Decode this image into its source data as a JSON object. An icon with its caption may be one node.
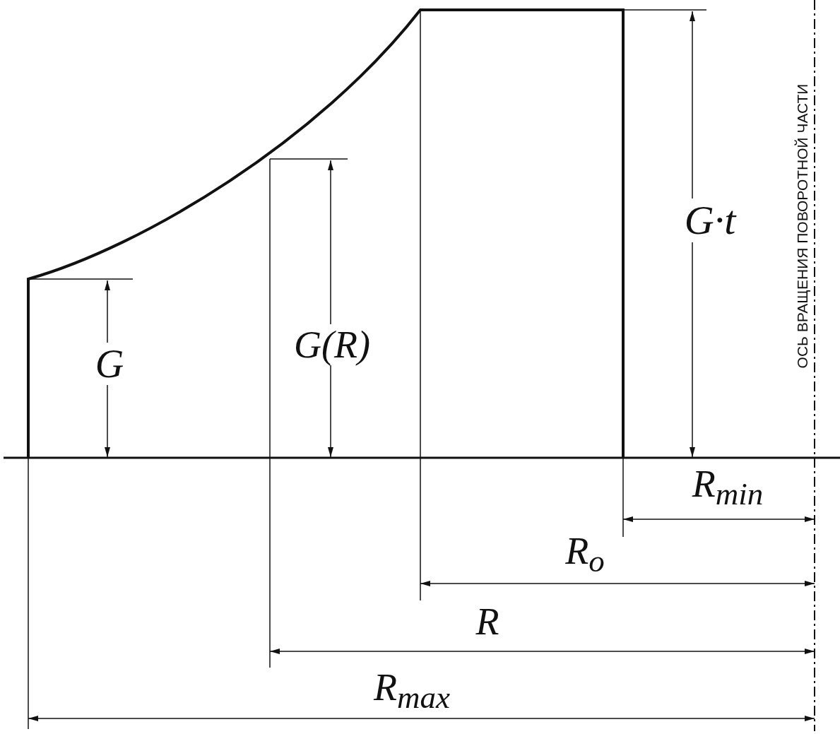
{
  "diagram": {
    "labels": [
      "G·t",
      "G(R)",
      "G",
      "R$_{min}$",
      "R$_{o}$",
      "R",
      "R$_{max}$",
      "ОСЬ ВРАЩЕНИЯ ПОВОРОТНОЙ ЧАСТИ"
    ]
  }
}
